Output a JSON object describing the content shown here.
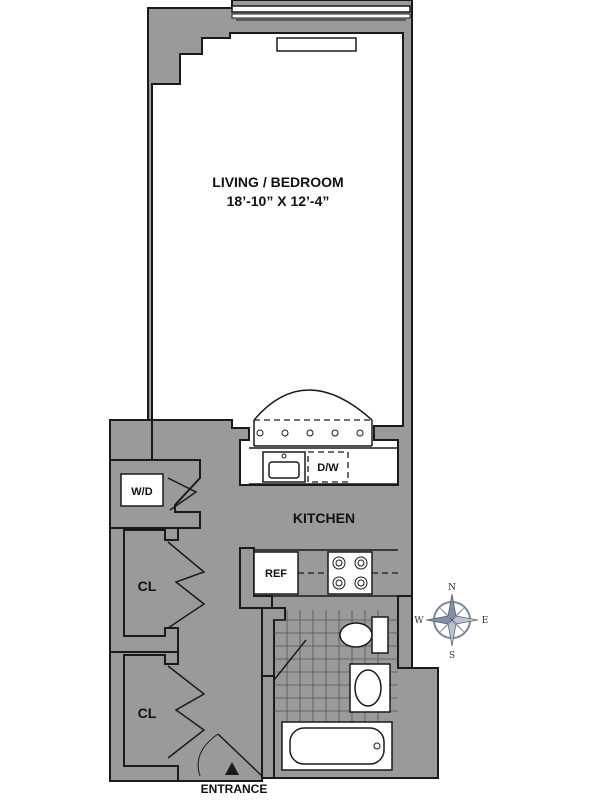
{
  "rooms": {
    "living_bedroom": {
      "name": "LIVING / BEDROOM",
      "dimensions": "18’-10” X 12’-4”"
    },
    "kitchen": {
      "name": "KITCHEN"
    },
    "closet_upper": {
      "name": "CL"
    },
    "closet_lower": {
      "name": "CL"
    }
  },
  "fixtures": {
    "washer_dryer": "W/D",
    "dishwasher": "D/W",
    "refrigerator": "REF"
  },
  "entrance": {
    "label": "ENTRANCE"
  },
  "compass": {
    "north": "N",
    "south": "S",
    "east": "E",
    "west": "W",
    "icon": "compass-rose-icon"
  },
  "colors": {
    "wall": "#9a9a9a",
    "line": "#1a1a1a",
    "background": "#ffffff"
  }
}
